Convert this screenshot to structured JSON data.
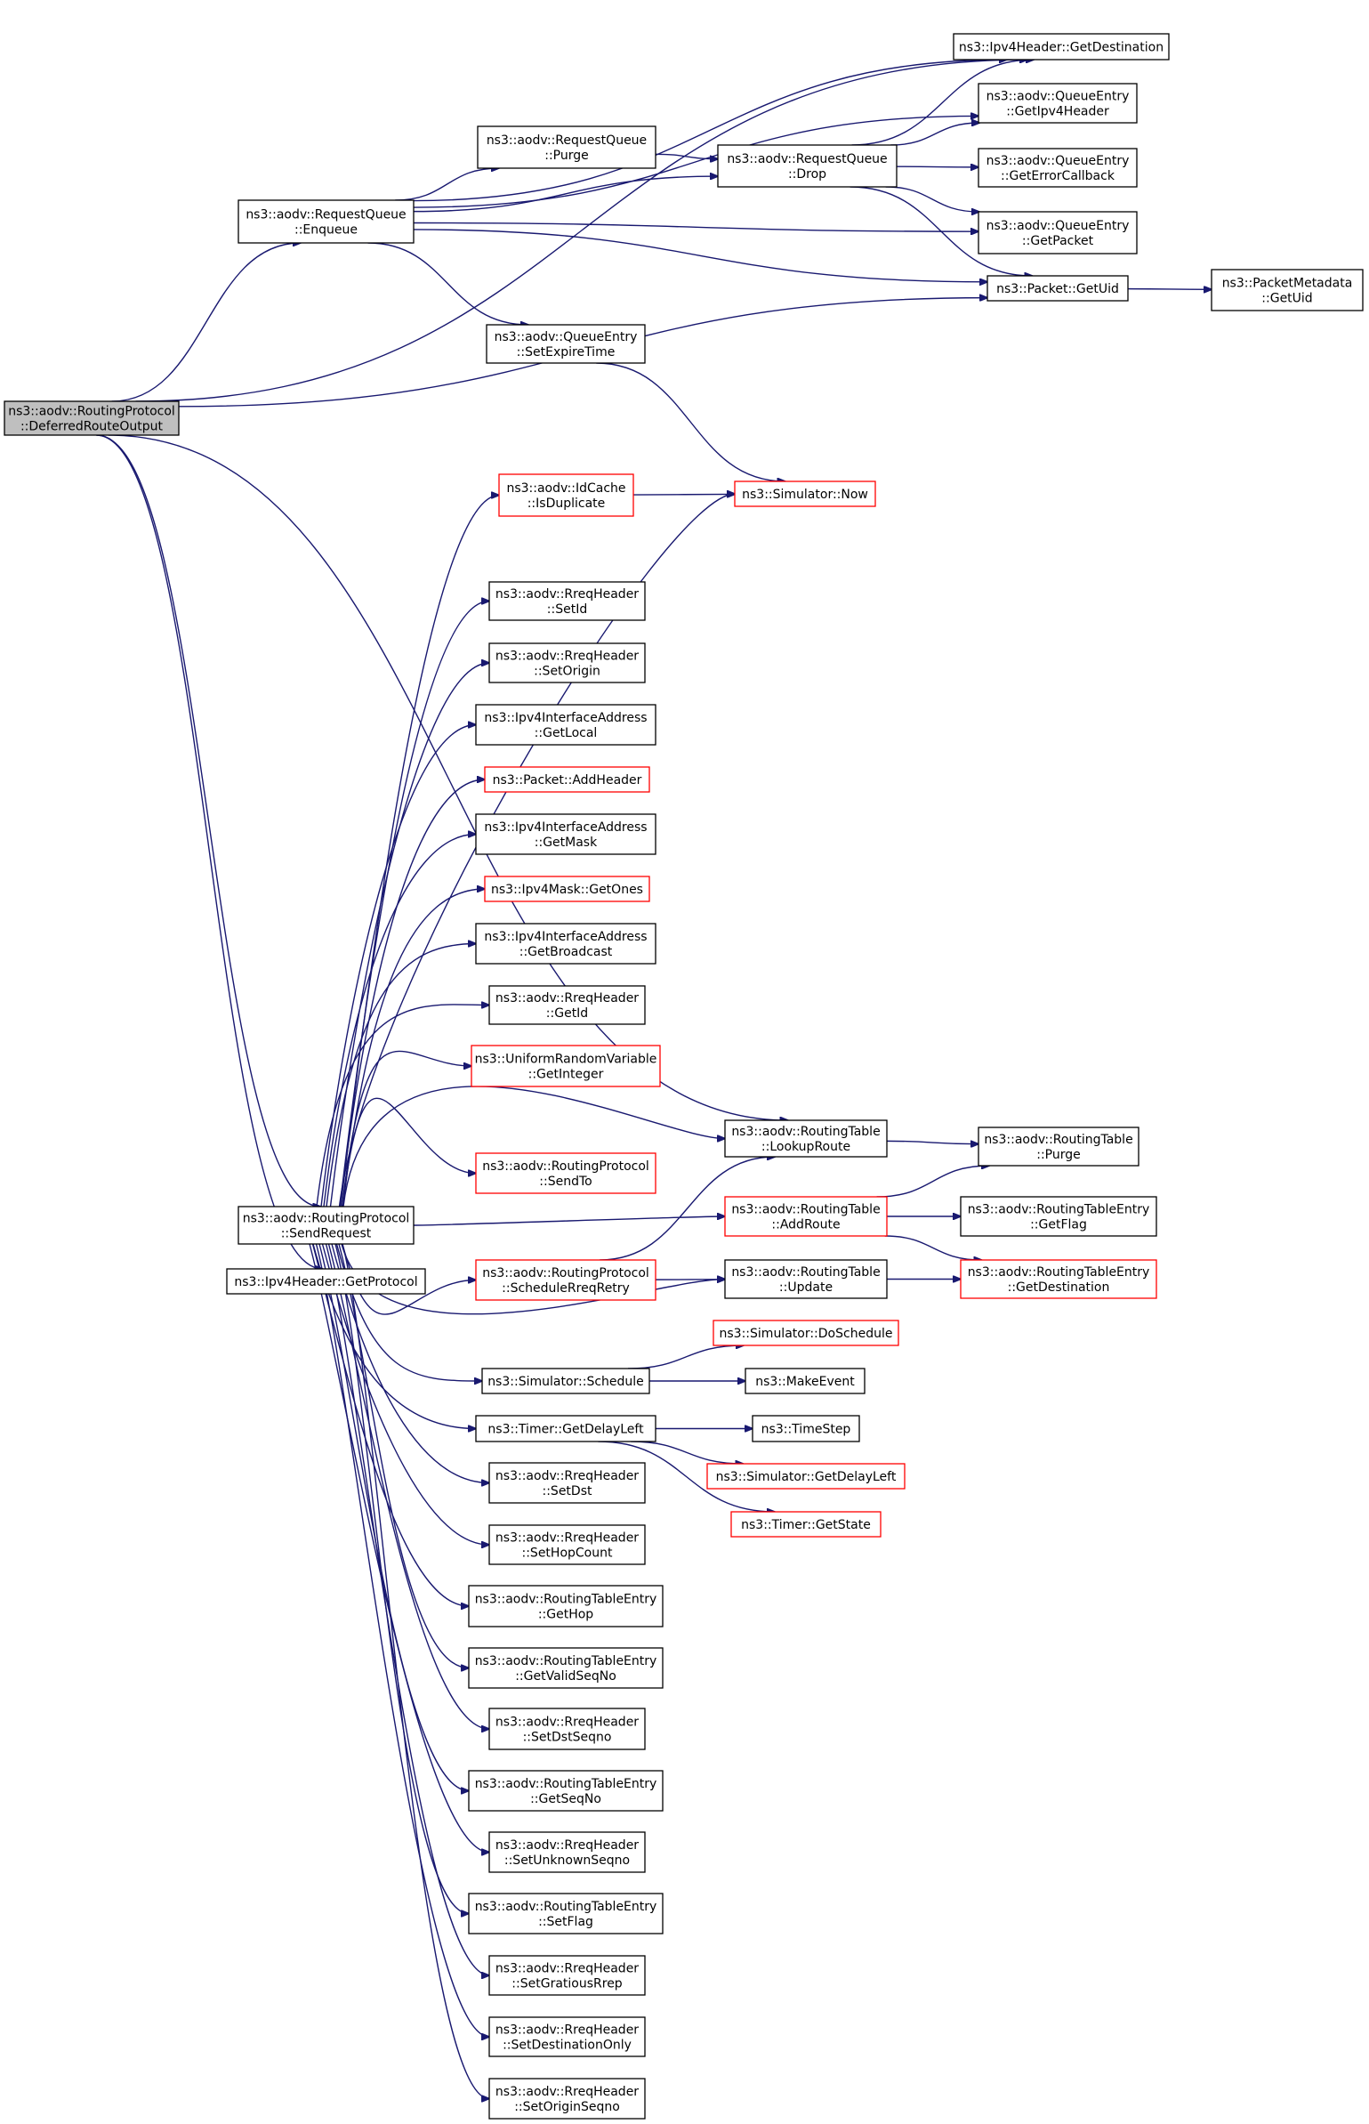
{
  "nodes": [
    {
      "id": "root",
      "lines": [
        "ns3::aodv::RoutingProtocol",
        "::DeferredRouteOutput"
      ],
      "style": "root"
    },
    {
      "id": "rq_enqueue",
      "lines": [
        "ns3::aodv::RequestQueue",
        "::Enqueue"
      ],
      "style": "normal"
    },
    {
      "id": "rq_purge",
      "lines": [
        "ns3::aodv::RequestQueue",
        "::Purge"
      ],
      "style": "normal"
    },
    {
      "id": "rq_drop",
      "lines": [
        "ns3::aodv::RequestQueue",
        "::Drop"
      ],
      "style": "normal"
    },
    {
      "id": "ipv4_getdest",
      "lines": [
        "ns3::Ipv4Header::GetDestination"
      ],
      "style": "normal"
    },
    {
      "id": "qe_getipv4",
      "lines": [
        "ns3::aodv::QueueEntry",
        "::GetIpv4Header"
      ],
      "style": "normal"
    },
    {
      "id": "qe_geterr",
      "lines": [
        "ns3::aodv::QueueEntry",
        "::GetErrorCallback"
      ],
      "style": "normal"
    },
    {
      "id": "qe_getpacket",
      "lines": [
        "ns3::aodv::QueueEntry",
        "::GetPacket"
      ],
      "style": "normal"
    },
    {
      "id": "pkt_getuid",
      "lines": [
        "ns3::Packet::GetUid"
      ],
      "style": "normal"
    },
    {
      "id": "pm_getuid",
      "lines": [
        "ns3::PacketMetadata",
        "::GetUid"
      ],
      "style": "normal"
    },
    {
      "id": "qe_setexpire",
      "lines": [
        "ns3::aodv::QueueEntry",
        "::SetExpireTime"
      ],
      "style": "normal"
    },
    {
      "id": "sim_now",
      "lines": [
        "ns3::Simulator::Now"
      ],
      "style": "red"
    },
    {
      "id": "idc_isdup",
      "lines": [
        "ns3::aodv::IdCache",
        "::IsDuplicate"
      ],
      "style": "red"
    },
    {
      "id": "rreq_setid",
      "lines": [
        "ns3::aodv::RreqHeader",
        "::SetId"
      ],
      "style": "normal"
    },
    {
      "id": "rreq_setorigin",
      "lines": [
        "ns3::aodv::RreqHeader",
        "::SetOrigin"
      ],
      "style": "normal"
    },
    {
      "id": "iia_getlocal",
      "lines": [
        "ns3::Ipv4InterfaceAddress",
        "::GetLocal"
      ],
      "style": "normal"
    },
    {
      "id": "pkt_addheader",
      "lines": [
        "ns3::Packet::AddHeader"
      ],
      "style": "red"
    },
    {
      "id": "iia_getmask",
      "lines": [
        "ns3::Ipv4InterfaceAddress",
        "::GetMask"
      ],
      "style": "normal"
    },
    {
      "id": "mask_getones",
      "lines": [
        "ns3::Ipv4Mask::GetOnes"
      ],
      "style": "red"
    },
    {
      "id": "iia_getbcast",
      "lines": [
        "ns3::Ipv4InterfaceAddress",
        "::GetBroadcast"
      ],
      "style": "normal"
    },
    {
      "id": "rreq_getid",
      "lines": [
        "ns3::aodv::RreqHeader",
        "::GetId"
      ],
      "style": "normal"
    },
    {
      "id": "urv_getint",
      "lines": [
        "ns3::UniformRandomVariable",
        "::GetInteger"
      ],
      "style": "red"
    },
    {
      "id": "rt_lookup",
      "lines": [
        "ns3::aodv::RoutingTable",
        "::LookupRoute"
      ],
      "style": "normal"
    },
    {
      "id": "rt_purge",
      "lines": [
        "ns3::aodv::RoutingTable",
        "::Purge"
      ],
      "style": "normal"
    },
    {
      "id": "rp_sendto",
      "lines": [
        "ns3::aodv::RoutingProtocol",
        "::SendTo"
      ],
      "style": "red"
    },
    {
      "id": "rp_sendreq",
      "lines": [
        "ns3::aodv::RoutingProtocol",
        "::SendRequest"
      ],
      "style": "normal"
    },
    {
      "id": "rt_addroute",
      "lines": [
        "ns3::aodv::RoutingTable",
        "::AddRoute"
      ],
      "style": "red"
    },
    {
      "id": "rte_getflag",
      "lines": [
        "ns3::aodv::RoutingTableEntry",
        "::GetFlag"
      ],
      "style": "normal"
    },
    {
      "id": "ipv4_getproto",
      "lines": [
        "ns3::Ipv4Header::GetProtocol"
      ],
      "style": "normal"
    },
    {
      "id": "rp_schedretry",
      "lines": [
        "ns3::aodv::RoutingProtocol",
        "::ScheduleRreqRetry"
      ],
      "style": "red"
    },
    {
      "id": "rt_update",
      "lines": [
        "ns3::aodv::RoutingTable",
        "::Update"
      ],
      "style": "normal"
    },
    {
      "id": "rte_getdest",
      "lines": [
        "ns3::aodv::RoutingTableEntry",
        "::GetDestination"
      ],
      "style": "red"
    },
    {
      "id": "sim_dosched",
      "lines": [
        "ns3::Simulator::DoSchedule"
      ],
      "style": "red"
    },
    {
      "id": "sim_schedule",
      "lines": [
        "ns3::Simulator::Schedule"
      ],
      "style": "normal"
    },
    {
      "id": "makeevent",
      "lines": [
        "ns3::MakeEvent"
      ],
      "style": "normal"
    },
    {
      "id": "timer_getdelay",
      "lines": [
        "ns3::Timer::GetDelayLeft"
      ],
      "style": "normal"
    },
    {
      "id": "timestep",
      "lines": [
        "ns3::TimeStep"
      ],
      "style": "normal"
    },
    {
      "id": "sim_getdelay",
      "lines": [
        "ns3::Simulator::GetDelayLeft"
      ],
      "style": "red"
    },
    {
      "id": "timer_getstate",
      "lines": [
        "ns3::Timer::GetState"
      ],
      "style": "red"
    },
    {
      "id": "rreq_setdst",
      "lines": [
        "ns3::aodv::RreqHeader",
        "::SetDst"
      ],
      "style": "normal"
    },
    {
      "id": "rreq_sethop",
      "lines": [
        "ns3::aodv::RreqHeader",
        "::SetHopCount"
      ],
      "style": "normal"
    },
    {
      "id": "rte_gethop",
      "lines": [
        "ns3::aodv::RoutingTableEntry",
        "::GetHop"
      ],
      "style": "normal"
    },
    {
      "id": "rte_getvalid",
      "lines": [
        "ns3::aodv::RoutingTableEntry",
        "::GetValidSeqNo"
      ],
      "style": "normal"
    },
    {
      "id": "rreq_setdstseq",
      "lines": [
        "ns3::aodv::RreqHeader",
        "::SetDstSeqno"
      ],
      "style": "normal"
    },
    {
      "id": "rte_getseq",
      "lines": [
        "ns3::aodv::RoutingTableEntry",
        "::GetSeqNo"
      ],
      "style": "normal"
    },
    {
      "id": "rreq_setunk",
      "lines": [
        "ns3::aodv::RreqHeader",
        "::SetUnknownSeqno"
      ],
      "style": "normal"
    },
    {
      "id": "rte_setflag",
      "lines": [
        "ns3::aodv::RoutingTableEntry",
        "::SetFlag"
      ],
      "style": "normal"
    },
    {
      "id": "rreq_setgrat",
      "lines": [
        "ns3::aodv::RreqHeader",
        "::SetGratiousRrep"
      ],
      "style": "normal"
    },
    {
      "id": "rreq_setdestonly",
      "lines": [
        "ns3::aodv::RreqHeader",
        "::SetDestinationOnly"
      ],
      "style": "normal"
    },
    {
      "id": "rreq_setorigseq",
      "lines": [
        "ns3::aodv::RreqHeader",
        "::SetOriginSeqno"
      ],
      "style": "normal"
    }
  ],
  "edges": [
    [
      "root",
      "rq_enqueue"
    ],
    [
      "root",
      "ipv4_getdest"
    ],
    [
      "root",
      "pkt_getuid"
    ],
    [
      "root",
      "rt_lookup"
    ],
    [
      "root",
      "rp_sendreq"
    ],
    [
      "root",
      "ipv4_getproto"
    ],
    [
      "rq_enqueue",
      "rq_purge"
    ],
    [
      "rq_enqueue",
      "ipv4_getdest"
    ],
    [
      "rq_enqueue",
      "qe_getipv4"
    ],
    [
      "rq_enqueue",
      "rq_drop"
    ],
    [
      "rq_enqueue",
      "qe_getpacket"
    ],
    [
      "rq_enqueue",
      "pkt_getuid"
    ],
    [
      "rq_enqueue",
      "qe_setexpire"
    ],
    [
      "rq_purge",
      "rq_drop"
    ],
    [
      "rq_drop",
      "ipv4_getdest"
    ],
    [
      "rq_drop",
      "qe_getipv4"
    ],
    [
      "rq_drop",
      "qe_geterr"
    ],
    [
      "rq_drop",
      "qe_getpacket"
    ],
    [
      "rq_drop",
      "pkt_getuid"
    ],
    [
      "pkt_getuid",
      "pm_getuid"
    ],
    [
      "qe_setexpire",
      "sim_now"
    ],
    [
      "idc_isdup",
      "sim_now"
    ],
    [
      "rp_sendreq",
      "idc_isdup"
    ],
    [
      "rp_sendreq",
      "sim_now"
    ],
    [
      "rp_sendreq",
      "rreq_setid"
    ],
    [
      "rp_sendreq",
      "rreq_setorigin"
    ],
    [
      "rp_sendreq",
      "iia_getlocal"
    ],
    [
      "rp_sendreq",
      "pkt_addheader"
    ],
    [
      "rp_sendreq",
      "iia_getmask"
    ],
    [
      "rp_sendreq",
      "mask_getones"
    ],
    [
      "rp_sendreq",
      "iia_getbcast"
    ],
    [
      "rp_sendreq",
      "rreq_getid"
    ],
    [
      "rp_sendreq",
      "urv_getint"
    ],
    [
      "rp_sendreq",
      "rt_lookup"
    ],
    [
      "rp_sendreq",
      "rp_sendto"
    ],
    [
      "rp_sendreq",
      "rt_addroute"
    ],
    [
      "rp_sendreq",
      "rp_schedretry"
    ],
    [
      "rp_sendreq",
      "rt_update"
    ],
    [
      "rp_sendreq",
      "sim_schedule"
    ],
    [
      "rp_sendreq",
      "timer_getdelay"
    ],
    [
      "rp_sendreq",
      "rreq_setdst"
    ],
    [
      "rp_sendreq",
      "rreq_sethop"
    ],
    [
      "rp_sendreq",
      "rte_gethop"
    ],
    [
      "rp_sendreq",
      "rte_getvalid"
    ],
    [
      "rp_sendreq",
      "rreq_setdstseq"
    ],
    [
      "rp_sendreq",
      "rte_getseq"
    ],
    [
      "rp_sendreq",
      "rreq_setunk"
    ],
    [
      "rp_sendreq",
      "rte_setflag"
    ],
    [
      "rp_sendreq",
      "rreq_setgrat"
    ],
    [
      "rp_sendreq",
      "rreq_setdestonly"
    ],
    [
      "rp_sendreq",
      "rreq_setorigseq"
    ],
    [
      "rt_lookup",
      "rt_purge"
    ],
    [
      "rt_addroute",
      "rt_purge"
    ],
    [
      "rt_addroute",
      "rte_getflag"
    ],
    [
      "rt_addroute",
      "rte_getdest"
    ],
    [
      "rp_schedretry",
      "rt_lookup"
    ],
    [
      "rp_schedretry",
      "rt_update"
    ],
    [
      "rt_update",
      "rte_getdest"
    ],
    [
      "sim_schedule",
      "sim_dosched"
    ],
    [
      "sim_schedule",
      "makeevent"
    ],
    [
      "timer_getdelay",
      "timestep"
    ],
    [
      "timer_getdelay",
      "sim_getdelay"
    ],
    [
      "timer_getdelay",
      "timer_getstate"
    ]
  ]
}
